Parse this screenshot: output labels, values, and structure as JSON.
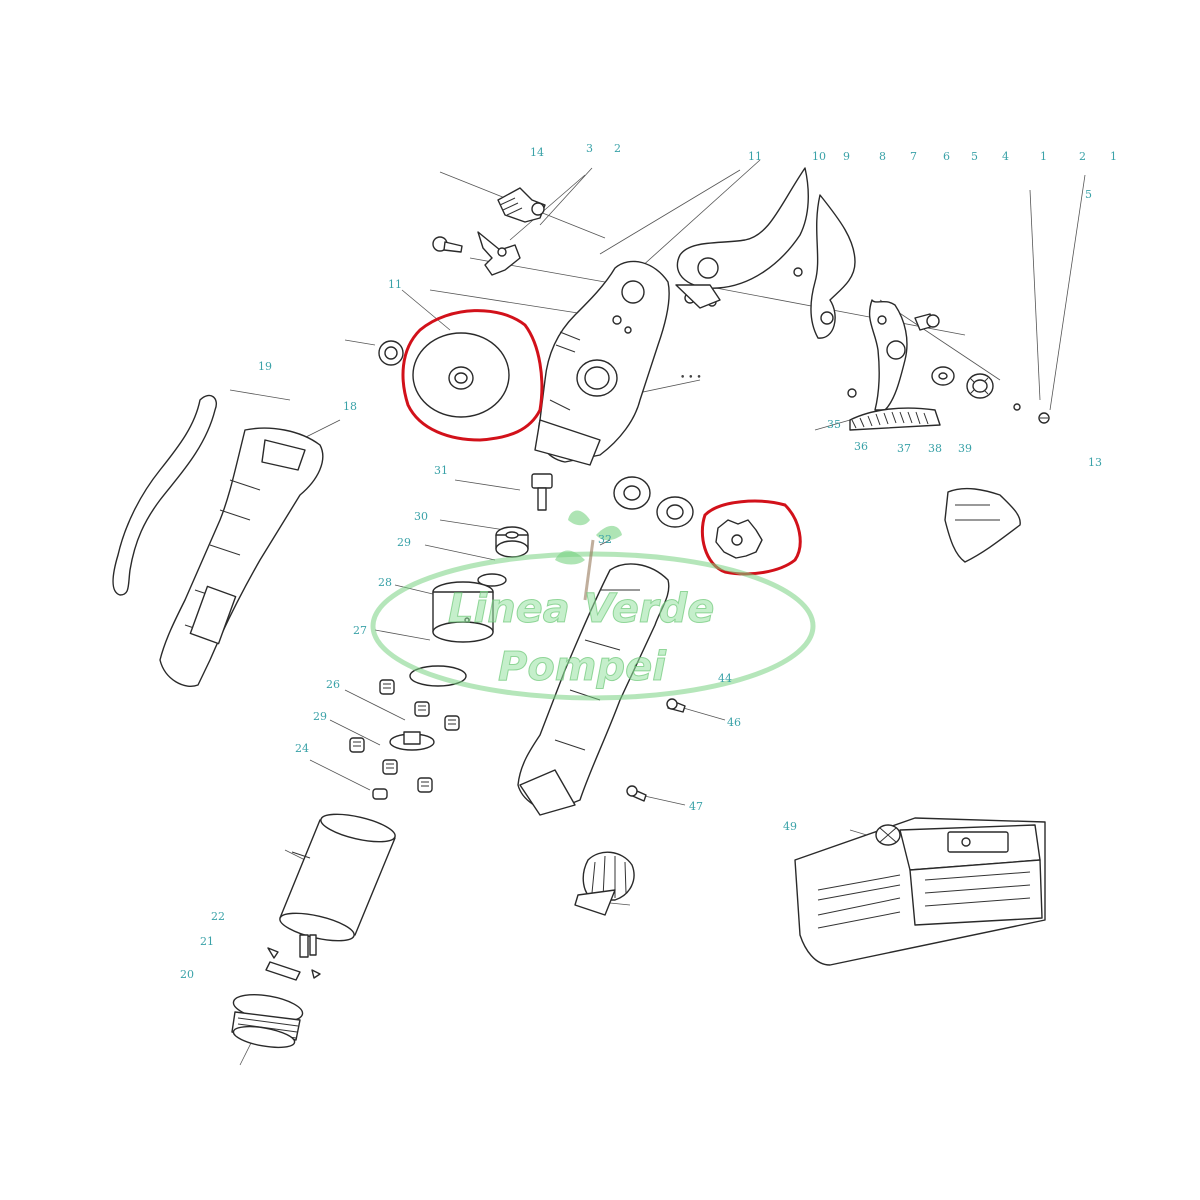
{
  "diagram": {
    "callouts": [
      {
        "id": "c14",
        "label": "14"
      },
      {
        "id": "c3",
        "label": "3"
      },
      {
        "id": "c2a",
        "label": "2"
      },
      {
        "id": "c11a",
        "label": "11"
      },
      {
        "id": "c10",
        "label": "10"
      },
      {
        "id": "c9",
        "label": "9"
      },
      {
        "id": "c8",
        "label": "8"
      },
      {
        "id": "c7",
        "label": "7"
      },
      {
        "id": "c6",
        "label": "6"
      },
      {
        "id": "c5",
        "label": "5"
      },
      {
        "id": "c4",
        "label": "4"
      },
      {
        "id": "c1a",
        "label": "1"
      },
      {
        "id": "c2b",
        "label": "2"
      },
      {
        "id": "c1b",
        "label": "1"
      },
      {
        "id": "c5b",
        "label": "5"
      },
      {
        "id": "c19",
        "label": "19"
      },
      {
        "id": "c18",
        "label": "18"
      },
      {
        "id": "c11b",
        "label": "11"
      },
      {
        "id": "c31",
        "label": "31"
      },
      {
        "id": "c30",
        "label": "30"
      },
      {
        "id": "c29a",
        "label": "29"
      },
      {
        "id": "c28",
        "label": "28"
      },
      {
        "id": "c27",
        "label": "27"
      },
      {
        "id": "c26",
        "label": "26"
      },
      {
        "id": "c29b",
        "label": "29"
      },
      {
        "id": "c24",
        "label": "24"
      },
      {
        "id": "c35",
        "label": "35"
      },
      {
        "id": "c36",
        "label": "36"
      },
      {
        "id": "c37",
        "label": "37"
      },
      {
        "id": "c38",
        "label": "38"
      },
      {
        "id": "c39",
        "label": "39"
      },
      {
        "id": "c13",
        "label": "13"
      },
      {
        "id": "c32",
        "label": "32"
      },
      {
        "id": "c44",
        "label": "44"
      },
      {
        "id": "c46",
        "label": "46"
      },
      {
        "id": "c47",
        "label": "47"
      },
      {
        "id": "c49",
        "label": "49"
      },
      {
        "id": "c22",
        "label": "22"
      },
      {
        "id": "c21",
        "label": "21"
      },
      {
        "id": "c20",
        "label": "20"
      }
    ]
  },
  "watermark": {
    "line1": "Linea Verde",
    "line2": "Pompei",
    "color": "#7fd48a"
  },
  "highlight_color": "#d2111a"
}
